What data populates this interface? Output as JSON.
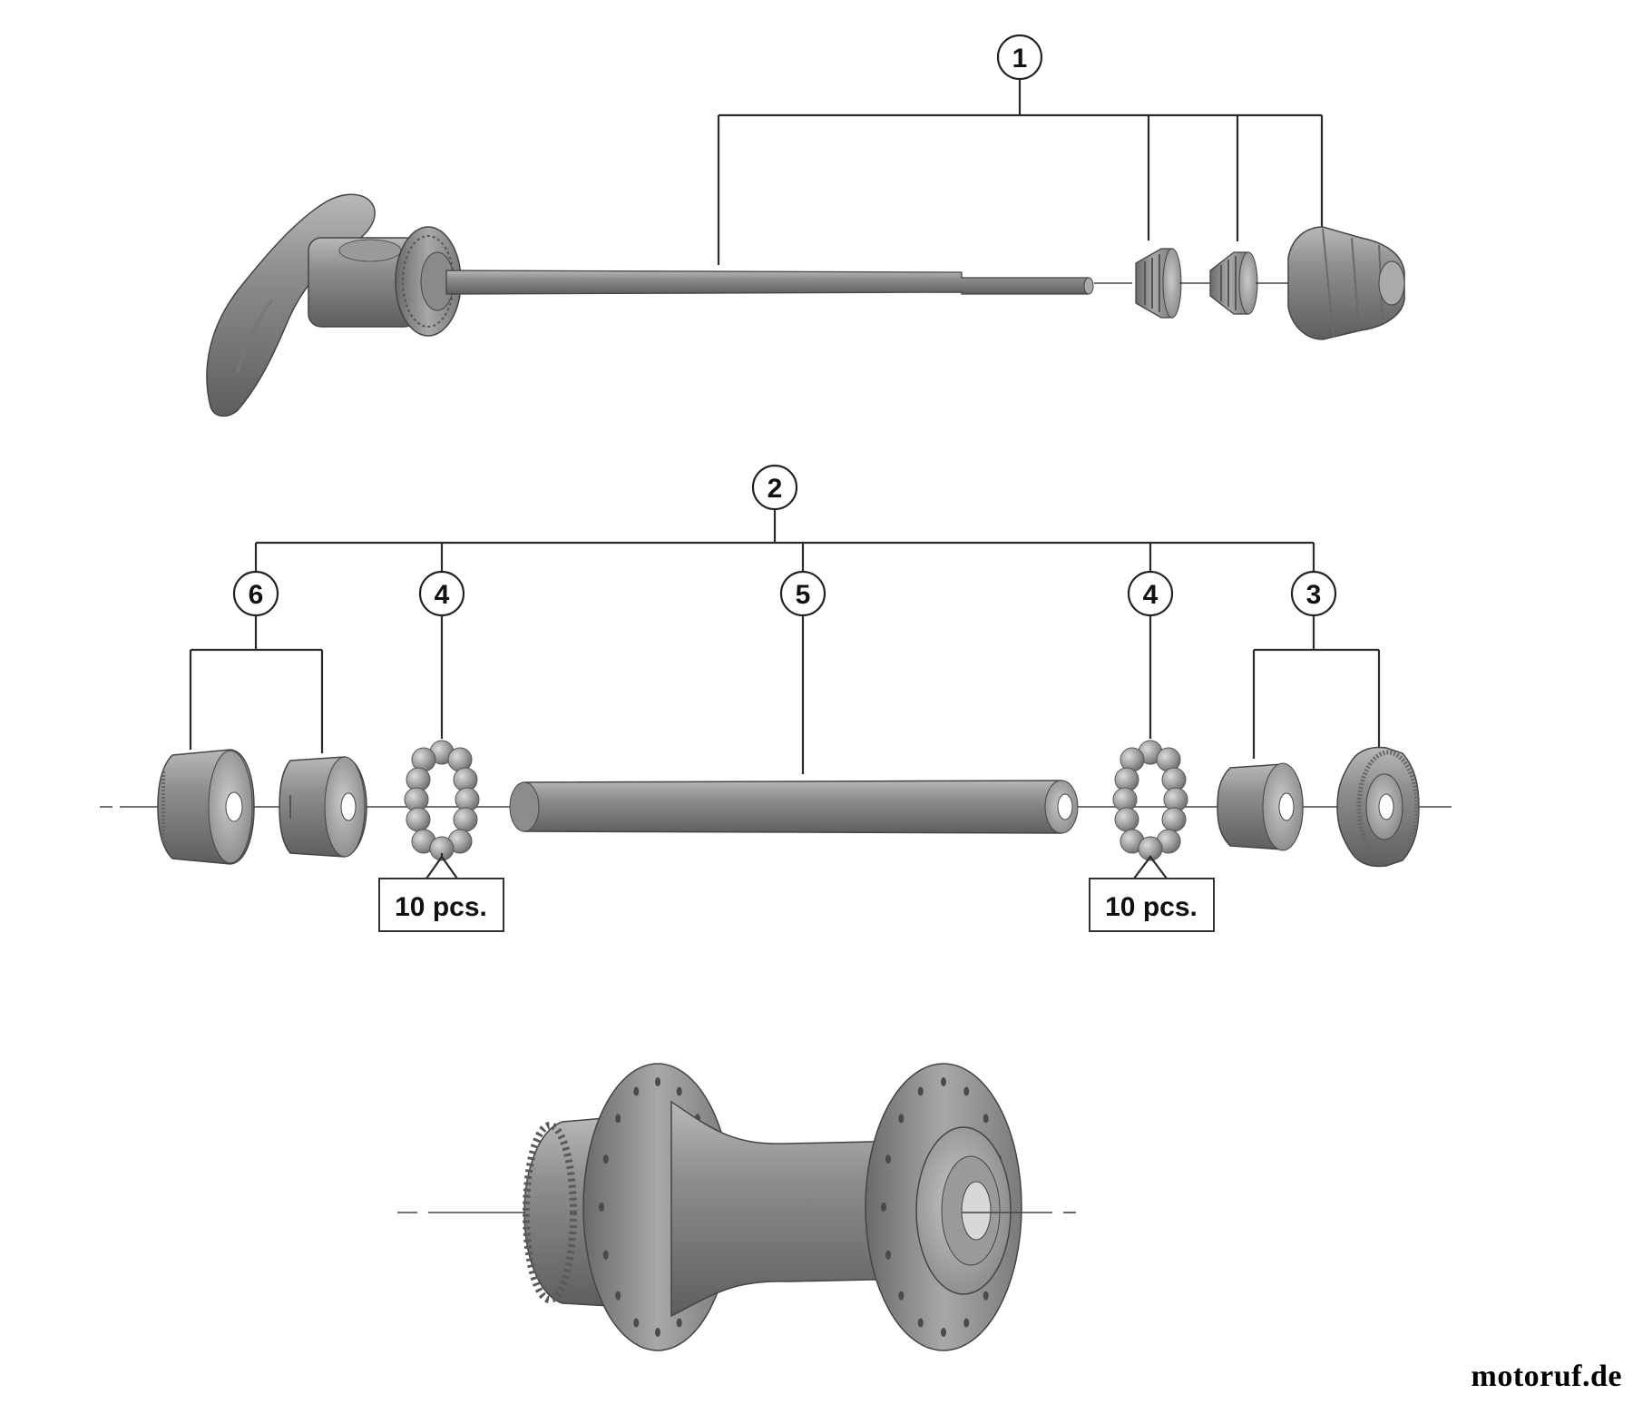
{
  "callouts": {
    "c1": "1",
    "c2": "2",
    "c3": "3",
    "c4_left": "4",
    "c4_right": "4",
    "c5": "5",
    "c6": "6"
  },
  "notes": {
    "balls_left": "10 pcs.",
    "balls_right": "10 pcs."
  },
  "watermark": "motoruf.de",
  "colors": {
    "part_dark": "#6e6e6e",
    "part_mid": "#9a9a9a",
    "part_light": "#c4c4c4",
    "line": "#2a2a2a"
  }
}
